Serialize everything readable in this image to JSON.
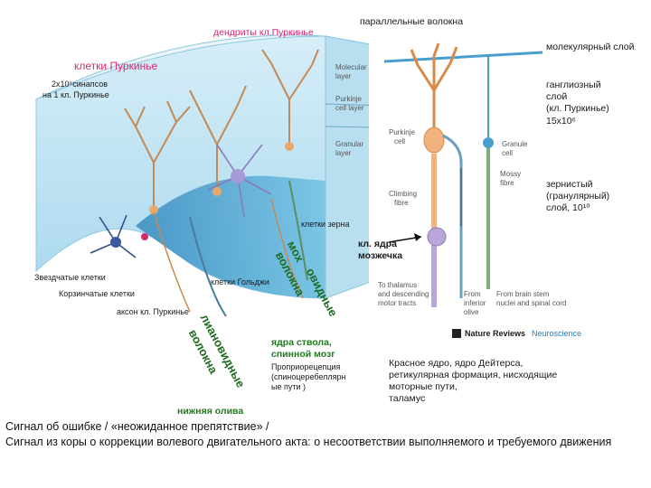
{
  "labels": {
    "dendrites": "дендриты кл.Пуркинье",
    "parallel_fibers": "параллельные волокна",
    "molecular_layer": "молекулярный слой",
    "purkinje_cells": "клетки Пуркинье",
    "synapses": "2х10⁵синапсов",
    "per_purkinje": "на 1 кл. Пуркинье",
    "ganglion_layer_1": "ганглиозный",
    "ganglion_layer_2": "слой",
    "ganglion_layer_3": "(кл. Пуркинье)",
    "ganglion_layer_4": "15х10⁶",
    "granular_layer_1": "зернистый",
    "granular_layer_2": "(гранулярный)",
    "granular_layer_3": "слой, 10¹⁰",
    "granule_cells": "клетки зерна",
    "nuclei_1": "кл. ядра",
    "nuclei_2": "мозжечка",
    "stellate": "Звездчатые клетки",
    "basket": "Корзинчатые клетки",
    "golgi": "клетки Гольджи",
    "purkinje_axon": "аксон кл. Пуркинье",
    "mossy_1": "мох",
    "mossy_2": "овидные",
    "mossy_3": "волокна",
    "climbing_1": "лиановидные",
    "climbing_2": "волокна",
    "brainstem_1": "ядра ствола,",
    "brainstem_2": "спинной мозг",
    "proprio_1": "Проприорецепция",
    "proprio_2": "(спиноцеребеллярн",
    "proprio_3": "ые пути )",
    "red_nucleus_1": "Красное ядро, ядро Дейтерса,",
    "red_nucleus_2": "ретикулярная формация, нисходящие",
    "red_nucleus_3": "моторные пути,",
    "red_nucleus_4": "таламус",
    "inferior_olive": "нижняя олива",
    "inset_molecular_1": "Molecular",
    "inset_molecular_2": "layer",
    "inset_purkinje_1": "Purkinje",
    "inset_purkinje_2": "cell layer",
    "inset_granular_1": "Granular",
    "inset_granular_2": "layer",
    "scheme_purkinje_1": "Purkinje",
    "scheme_purkinje_2": "cell",
    "scheme_granule_1": "Granule",
    "scheme_granule_2": "cell",
    "scheme_mossy_1": "Mossy",
    "scheme_mossy_2": "fibre",
    "scheme_climbing_1": "Climbing",
    "scheme_climbing_2": "fibre",
    "scheme_thalamus_1": "To thalamus",
    "scheme_thalamus_2": "and descending",
    "scheme_thalamus_3": "motor tracts",
    "scheme_olive_1": "From",
    "scheme_olive_2": "inferior",
    "scheme_olive_3": "olive",
    "scheme_brainstem_1": "From brain stem",
    "scheme_brainstem_2": "nuclei and spinal cord",
    "nature_reviews": "Nature Reviews",
    "neuroscience": "Neuroscience"
  },
  "caption": {
    "line1": "Сигнал об ошибке / «неожиданное препятствие» /",
    "line2": "Сигнал из коры о коррекции волевого двигательного акта: о несоответствии выполняемого и требуемого движения"
  },
  "colors": {
    "molecular": "#bfe4f3",
    "granular": "#5fb3d9",
    "purkinje": "#e7a86b",
    "mossy": "#5e8e5e",
    "climbing": "#4a7b9d",
    "golgi": "#8a7bb8",
    "basket": "#34508a",
    "pink": "#d6286f"
  }
}
